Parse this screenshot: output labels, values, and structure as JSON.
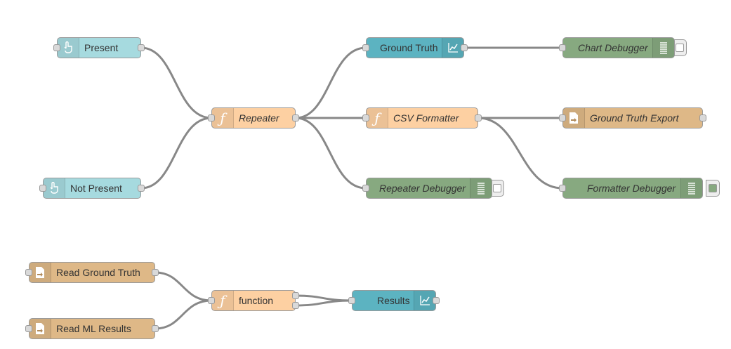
{
  "flow": {
    "nodes": {
      "present": {
        "label": "Present",
        "type": "inject",
        "icon": "hand-pointer-icon"
      },
      "not_present": {
        "label": "Not Present",
        "type": "inject",
        "icon": "hand-pointer-icon"
      },
      "repeater": {
        "label": "Repeater",
        "type": "function",
        "icon": "function-icon"
      },
      "ground_truth": {
        "label": "Ground Truth",
        "type": "chart",
        "icon": "chart-icon"
      },
      "chart_debugger": {
        "label": "Chart Debugger",
        "type": "debug",
        "icon": "debug-list-icon"
      },
      "csv_formatter": {
        "label": "CSV Formatter",
        "type": "function",
        "icon": "function-icon"
      },
      "ground_truth_export": {
        "label": "Ground Truth Export",
        "type": "file",
        "icon": "file-icon"
      },
      "repeater_debugger": {
        "label": "Repeater Debugger",
        "type": "debug",
        "icon": "debug-list-icon"
      },
      "formatter_debugger": {
        "label": "Formatter Debugger",
        "type": "debug",
        "icon": "debug-list-icon"
      },
      "read_ground_truth": {
        "label": "Read Ground Truth",
        "type": "file",
        "icon": "file-icon"
      },
      "read_ml_results": {
        "label": "Read ML Results",
        "type": "file",
        "icon": "file-icon"
      },
      "function": {
        "label": "function",
        "type": "function",
        "icon": "function-icon"
      },
      "results": {
        "label": "Results",
        "type": "chart",
        "icon": "chart-icon"
      }
    }
  },
  "colors": {
    "inject": "#a6dadf",
    "function": "#fdd0a2",
    "file": "#deb887",
    "debug": "#87a980",
    "chart": "#5cb3c1",
    "wire": "#888888",
    "debug_active": "#87a980"
  }
}
